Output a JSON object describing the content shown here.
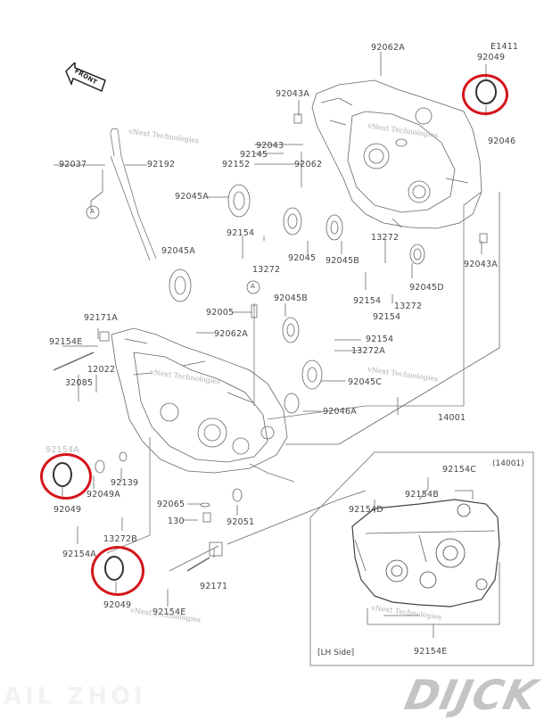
{
  "diagram": {
    "figure_code": "E1411",
    "front_label": "FRONT",
    "brand_watermark": "DIJCK",
    "faint_watermark": "AIL ZHOI",
    "text_watermark": "vNext Technologies",
    "highlight_color": "#d4151b",
    "callout_ref": "A",
    "parts": {
      "p92062A_top": "92062A",
      "p92049_top": "92049",
      "p92043A_top": "92043A",
      "p92046": "92046",
      "p92043": "92043",
      "p92145": "92145",
      "p92152": "92152",
      "p92062": "92062",
      "p92037": "92037",
      "p92192": "92192",
      "p92045A_1": "92045A",
      "p92154_1": "92154",
      "p13272_1": "13272",
      "p92045": "92045",
      "p92045B_1": "92045B",
      "p13272_2": "13272",
      "p92154_2": "92154",
      "p92045D": "92045D",
      "p13272_3": "13272",
      "p92154_3": "92154",
      "p92043A_r": "92043A",
      "p92045A_2": "92045A",
      "p92005": "92005",
      "p92045B_2": "92045B",
      "p92171A": "92171A",
      "p92062A_mid": "92062A",
      "p92154_4": "92154",
      "p13272A": "13272A",
      "p92154E_1": "92154E",
      "p12022": "12022",
      "p32085": "32085",
      "p92045C": "92045C",
      "p92046A": "92046A",
      "p14001": "14001",
      "p92154A_hidden": "92154A",
      "p92049_left": "92049",
      "p92049A": "92049A",
      "p92139": "92139",
      "p92065": "92065",
      "p130": "130",
      "p92051": "92051",
      "p13272B": "13272B",
      "p92154A": "92154A",
      "p92049_bottom": "92049",
      "p92171": "92171",
      "p92154E_2": "92154E"
    },
    "inset": {
      "ref": "(14001)",
      "side": "[LH Side]",
      "labels": {
        "c": "92154C",
        "b": "92154B",
        "d": "92154D",
        "e": "92154E"
      }
    },
    "highlighted_parts": [
      "92049",
      "92049",
      "92049"
    ]
  }
}
